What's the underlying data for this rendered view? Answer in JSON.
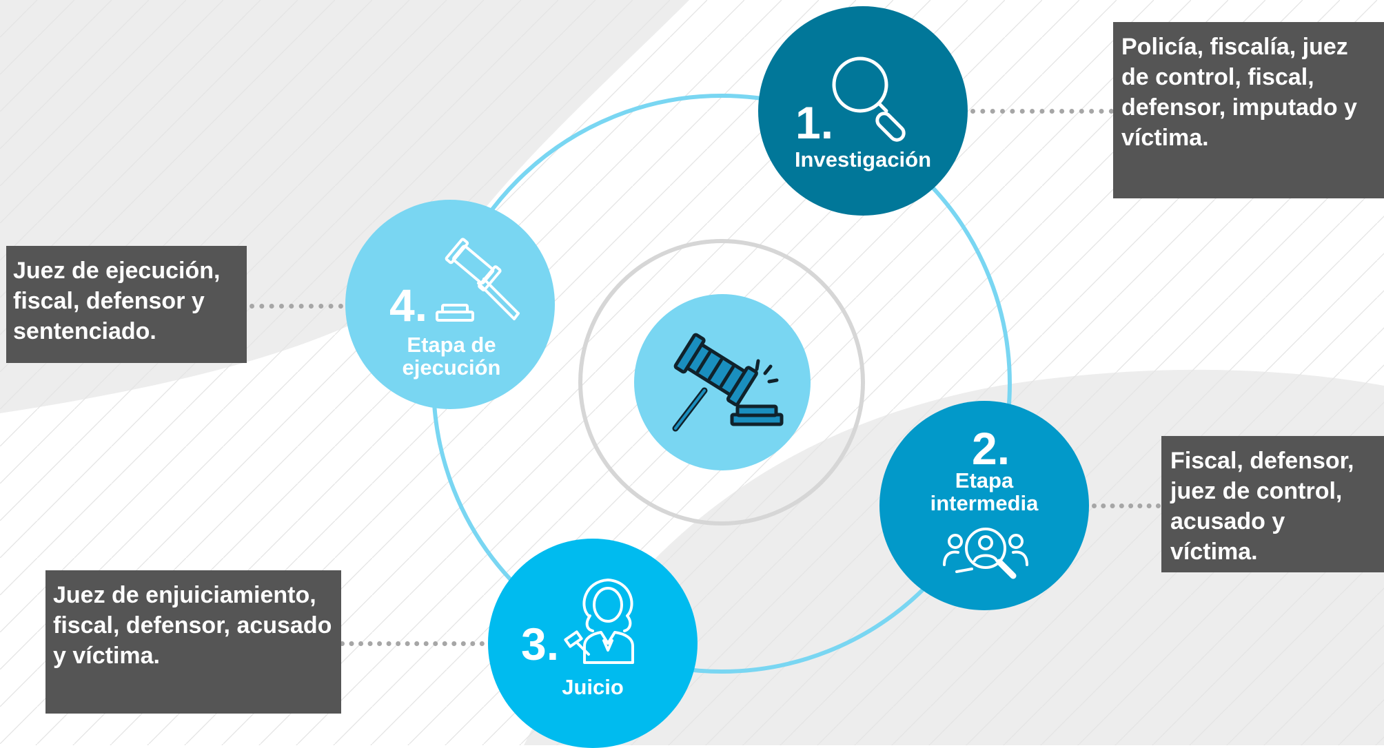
{
  "colors": {
    "ring": "#79d6f2",
    "inner_ring": "#d6d6d6",
    "center": "#79d6f2",
    "stage1": "#017799",
    "stage2": "#0299c9",
    "stage3": "#00bbef",
    "stage4": "#79d6f2",
    "note_box": "#555555",
    "connector": "#a6a6a6"
  },
  "center": {
    "icon": "gavel-icon"
  },
  "stages": [
    {
      "number": "1.",
      "name": "Investigación",
      "icon": "magnifier-icon",
      "participants": "Policía, fiscalía, juez de control, fiscal, defensor, imputado y víctima."
    },
    {
      "number": "2.",
      "name": "Etapa intermedia",
      "icon": "people-search-icon",
      "participants": "Fiscal, defensor, juez de control, acusado y víctima."
    },
    {
      "number": "3.",
      "name": "Juicio",
      "icon": "judge-icon",
      "participants": "Juez de enjuiciamiento, fiscal, defensor, acusado y víctima."
    },
    {
      "number": "4.",
      "name": "Etapa de ejecución",
      "icon": "gavel-outline-icon",
      "participants": "Juez de ejecución, fiscal, defensor y sentenciado."
    }
  ]
}
